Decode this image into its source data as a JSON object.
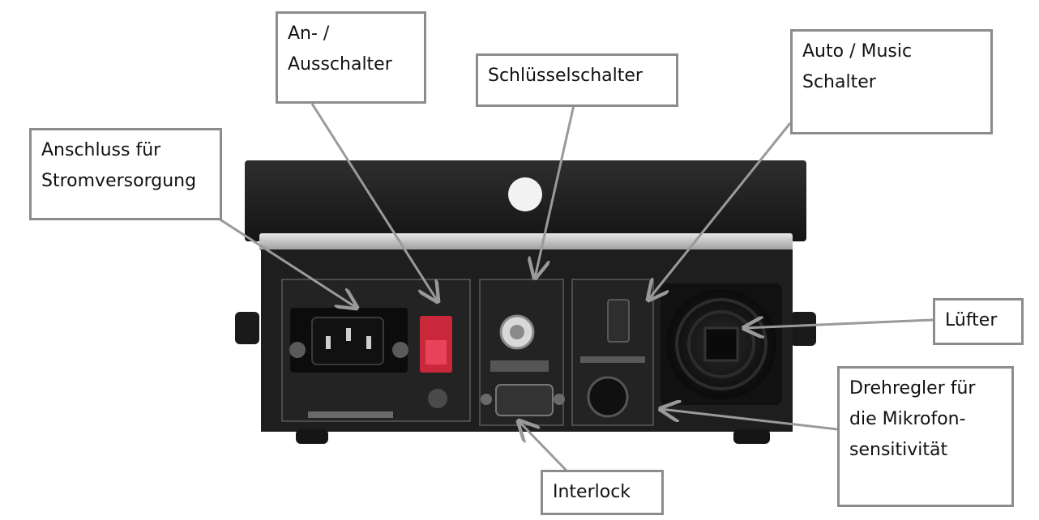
{
  "labels": {
    "power_switch": [
      "An- /",
      "Ausschalter"
    ],
    "key_switch": [
      "Schlüsselschalter"
    ],
    "auto_music": [
      "Auto / Music",
      "Schalter"
    ],
    "power_connector": [
      "Anschluss für",
      "Stromversorgung"
    ],
    "fan": [
      "Lüfter"
    ],
    "mic_knob": [
      "Drehregler für",
      "die Mikrofon-",
      "sensitivität"
    ],
    "interlock": [
      "Interlock"
    ]
  },
  "colors": {
    "callout_border": "#8c8c8c",
    "leader_line": "#9a9a9a",
    "device_body": "#1c1c1c",
    "power_switch_red": "#c8283a"
  }
}
